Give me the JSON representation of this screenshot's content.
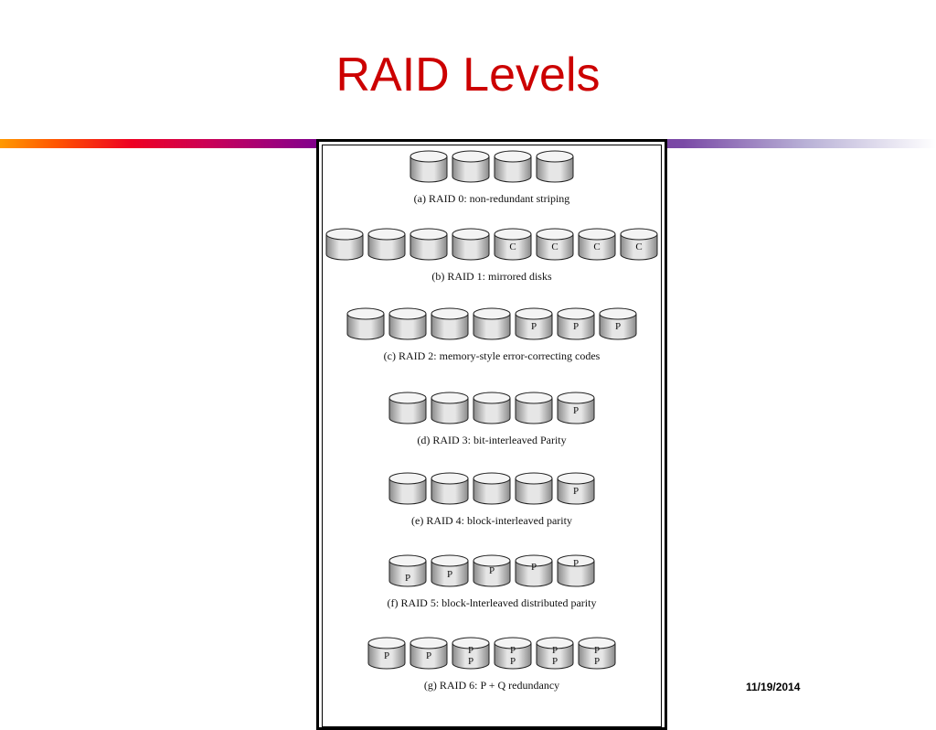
{
  "slide": {
    "title": "RAID Levels",
    "date": "11/19/2014"
  },
  "diagram": {
    "rows": [
      {
        "caption": "(a) RAID 0: non-redundant striping",
        "disks": [
          [],
          [],
          [],
          []
        ]
      },
      {
        "caption": "(b) RAID 1: mirrored disks",
        "disks": [
          [],
          [],
          [],
          [],
          [
            "C"
          ],
          [
            "C"
          ],
          [
            "C"
          ],
          [
            "C"
          ]
        ]
      },
      {
        "caption": "(c) RAID 2: memory-style error-correcting codes",
        "disks": [
          [],
          [],
          [],
          [],
          [
            "P"
          ],
          [
            "P"
          ],
          [
            "P"
          ]
        ]
      },
      {
        "caption": "(d) RAID 3: bit-interleaved Parity",
        "disks": [
          [],
          [],
          [],
          [],
          [
            "P"
          ]
        ]
      },
      {
        "caption": "(e) RAID 4: block-interleaved parity",
        "disks": [
          [],
          [],
          [],
          [],
          [
            "P"
          ]
        ]
      },
      {
        "caption": "(f) RAID 5: block-lnterleaved distributed parity",
        "disks": [
          [
            "P"
          ],
          [
            "P"
          ],
          [
            "P"
          ],
          [
            "P"
          ],
          [
            "P"
          ]
        ]
      },
      {
        "caption": "(g) RAID 6: P + Q redundancy",
        "disks": [
          [
            "P"
          ],
          [
            "P"
          ],
          [
            "P",
            "P"
          ],
          [
            "P",
            "P"
          ],
          [
            "P",
            "P"
          ],
          [
            "P",
            "P"
          ]
        ]
      }
    ]
  },
  "colors": {
    "title": "#cc0000",
    "disk_light": "#e6e6e6",
    "disk_dark": "#8a8a8a",
    "outline": "#222222"
  }
}
